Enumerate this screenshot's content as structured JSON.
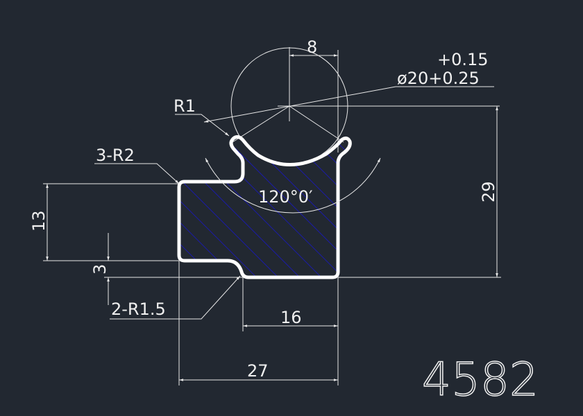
{
  "drawing": {
    "part_number": "4582",
    "colors": {
      "background": "#222831",
      "lines": "#f0f0f0",
      "hatch": "#1a1aa8"
    },
    "dimensions": {
      "top_width": "8",
      "tol_upper": "+0.15",
      "diameter": "ø20+0.25",
      "r1": "R1",
      "r2": "3-R2",
      "angle": "120°0′",
      "height_right": "29",
      "height_left": "13",
      "step": "3",
      "r15": "2-R1.5",
      "bottom_width": "16",
      "overall_width": "27"
    }
  }
}
